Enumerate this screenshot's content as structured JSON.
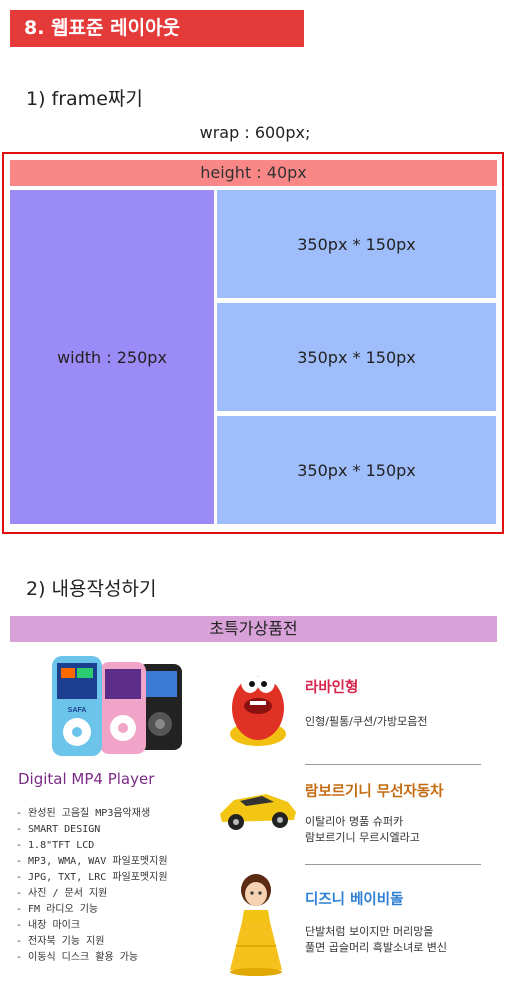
{
  "section_title": "8. 웹표준 레이아웃",
  "frame_heading": "1) frame짜기",
  "wrap_label": "wrap : 600px;",
  "frame": {
    "header": "height : 40px",
    "left": "width : 250px",
    "boxes": [
      "350px * 150px",
      "350px * 150px",
      "350px * 150px"
    ]
  },
  "content_heading": "2) 내용작성하기",
  "shop_title": "초특가상품전",
  "mp4": {
    "title": "Digital MP4 Player",
    "features": [
      "- 완성된 고음질 MP3음악재생",
      "- SMART DESIGN",
      "- 1.8\"TFT LCD",
      "- MP3, WMA, WAV 파일포멧지원",
      "- JPG, TXT, LRC 파일포멧지원",
      "- 사진 / 문서 지원",
      "- FM 라디오 기능",
      "- 내장 마이크",
      "- 전자북 기능 지원",
      "- 이동식 디스크 활용 가능"
    ]
  },
  "products": [
    {
      "title": "라바인형",
      "desc": [
        "인형/필통/쿠션/가방모음전"
      ],
      "color": "#d8234a",
      "icon": "larva-doll-icon"
    },
    {
      "title": "람보르기니 무선자동차",
      "desc": [
        "이탈리아 명품 슈퍼카",
        "람보르기니 무르시엘라고"
      ],
      "color": "#c46a10",
      "icon": "yellow-car-icon"
    },
    {
      "title": "디즈니 베이비돌",
      "desc": [
        "단발처럼 보이지만 머리망을",
        "풀면 곱슬머리 흑발소녀로 변신"
      ],
      "color": "#2d7fd3",
      "icon": "baby-doll-icon"
    }
  ]
}
